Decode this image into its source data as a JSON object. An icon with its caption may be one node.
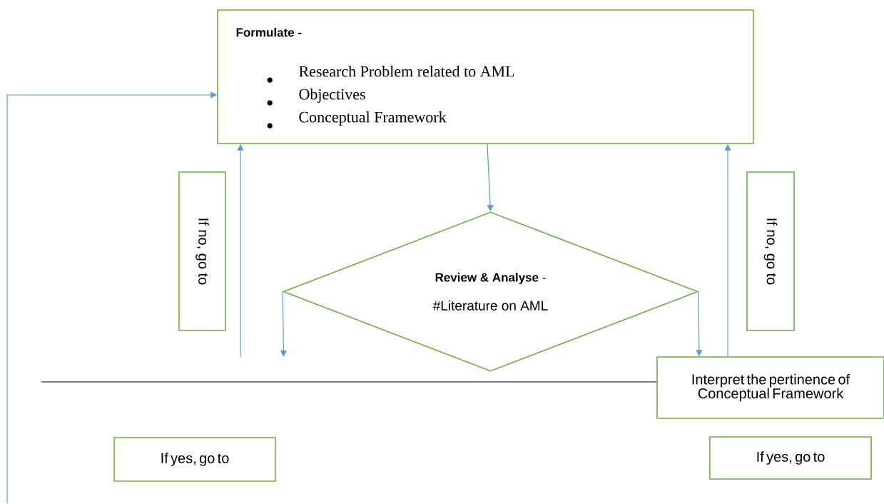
{
  "diagram": {
    "nodes": [
      {
        "text": [
          "Formulate -",
          "Research Problem related to AML",
          "Objectives",
          "Conceptual Framework"
        ]
      },
      {
        "text": [
          "If no, go to"
        ]
      },
      {
        "text": [
          "**Review & Analyse** -",
          "#Literature on AML"
        ]
      },
      {
        "text": [
          "If no, go to"
        ]
      },
      {
        "text": [
          "Interpret the pertinence of Conceptual Framework"
        ]
      },
      {
        "text": [
          "If yes, go to"
        ]
      },
      {
        "text": [
          "If yes, go to"
        ]
      }
    ],
    "edges": [
      {
        "from": 0,
        "to": 2,
        "arrow": "to"
      },
      {
        "from": null,
        "to": 0,
        "arrow": "to"
      },
      {
        "from": 4,
        "to": 0,
        "arrow": "to"
      },
      {
        "from": 2,
        "to": null,
        "arrow": "to"
      },
      {
        "from": 2,
        "to": 4,
        "arrow": "to"
      },
      {
        "from": null,
        "to": 0,
        "arrow": "to"
      },
      {
        "from": null,
        "to": 4,
        "arrow": "none",
        "color": "#000000"
      }
    ]
  }
}
